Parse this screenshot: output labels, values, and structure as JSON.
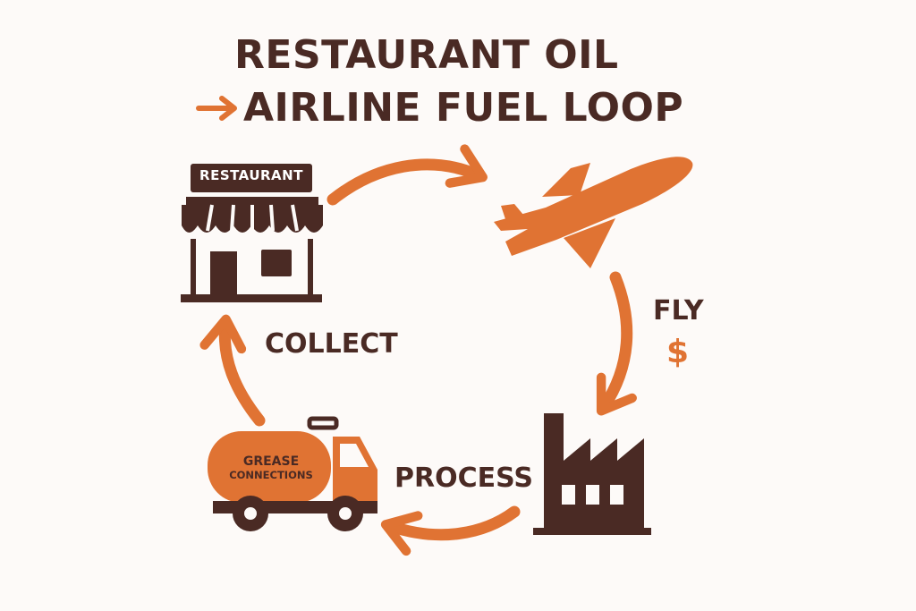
{
  "title": {
    "line1": "RESTAURANT OIL",
    "line2": "AIRLINE FUEL LOOP"
  },
  "restaurant": {
    "sign": "RESTAURANT",
    "icon": "storefront-icon"
  },
  "airplane": {
    "icon": "airplane-icon"
  },
  "factory": {
    "icon": "factory-icon"
  },
  "truck": {
    "line1": "GREASE",
    "line2": "CONNECTIONS",
    "icon": "tanker-truck-icon"
  },
  "steps": {
    "collect": "COLLECT",
    "process": "PROCESS",
    "fly": "FLY",
    "money": "$"
  },
  "colors": {
    "accent": "#e07333",
    "dark": "#4a2a24",
    "background": "#fdfaf8"
  }
}
